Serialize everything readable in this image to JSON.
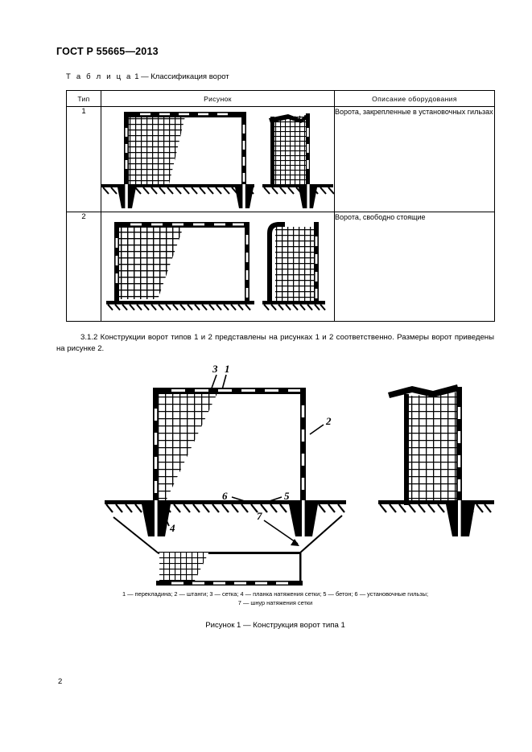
{
  "document": {
    "standard_number": "ГОСТ Р 55665—2013",
    "page_number": "2"
  },
  "table": {
    "caption_prefix": "Т а б л и ц а",
    "caption_rest": "1 — Классификация ворот",
    "headers": {
      "type": "Тип",
      "picture": "Рисунок",
      "description": "Описание оборудования"
    },
    "rows": [
      {
        "type": "1",
        "description": "Ворота, закрепленные в установочных гильзах"
      },
      {
        "type": "2",
        "description": "Ворота, свободно стоящие"
      }
    ]
  },
  "paragraph": {
    "clause": "3.1.2 Конструкции ворот типов 1 и 2 представлены на рисунках 1 и 2 соответственно. Размеры ворот приведены на рисунке 2."
  },
  "figure": {
    "callouts": [
      "1",
      "2",
      "3",
      "4",
      "5",
      "6",
      "7"
    ],
    "legend_line1": "1 — перекладина; 2 — штанги; 3 — сетка; 4 — планка натяжения сетки; 5 — бетон; 6 — установочные гильзы;",
    "legend_line2": "7 — шнур натяжения сетки",
    "caption": "Рисунок 1 — Конструкция ворот типа 1"
  },
  "colors": {
    "ink": "#000000",
    "paper": "#ffffff"
  }
}
